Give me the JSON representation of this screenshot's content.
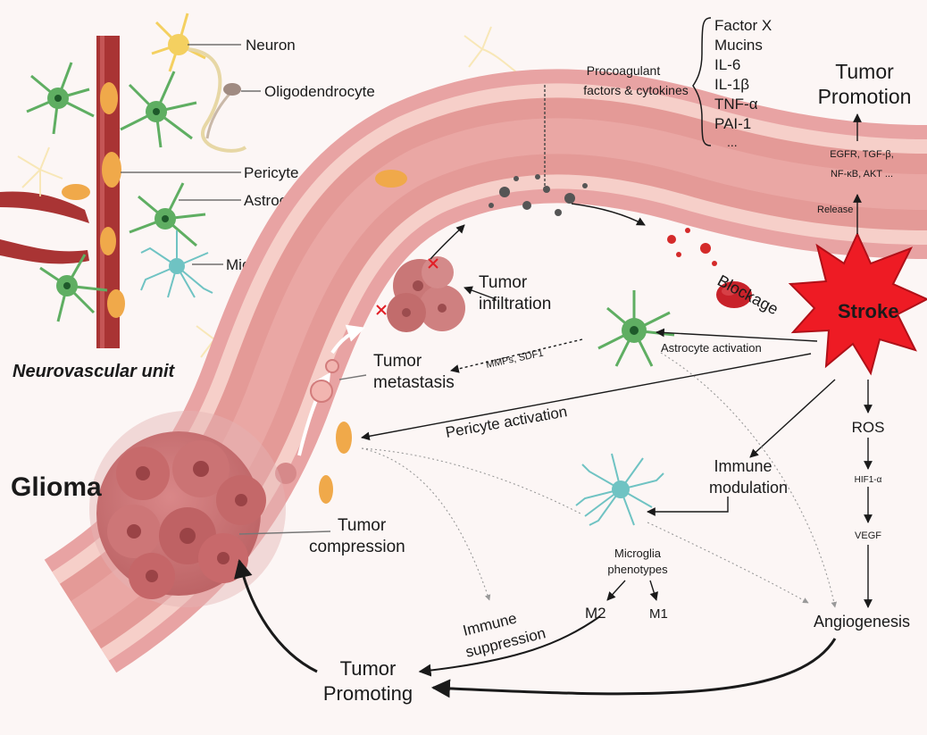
{
  "nvu": {
    "title": "Neurovascular unit",
    "labels": {
      "neuron": "Neuron",
      "oligodendrocyte": "Oligodendrocyte",
      "pericyte": "Pericyte",
      "astrocyte": "Astrocyte",
      "microglia": "Microglia"
    }
  },
  "glioma": "Glioma",
  "vessel": {
    "procoagulant": [
      "Procoagulant",
      "factors & cytokines"
    ],
    "factors": [
      "Factor X",
      "Mucins",
      "IL-6",
      "IL-1β",
      "TNF-α",
      "PAI-1",
      "..."
    ],
    "blockage": "Blockage",
    "tumor_infiltration": [
      "Tumor",
      "infiltration"
    ],
    "tumor_metastasis": [
      "Tumor",
      "metastasis"
    ],
    "tumor_compression": [
      "Tumor",
      "compression"
    ]
  },
  "stroke": {
    "label": "Stroke",
    "release": "Release",
    "signals": [
      "EGFR, TGF-β,",
      "NF-κB, AKT ..."
    ],
    "tumor_promotion": [
      "Tumor",
      "Promotion"
    ]
  },
  "pathways": {
    "mmps": "MMPs, SDF1",
    "astrocyte_activation": "Astrocyte activation",
    "pericyte_activation": "Pericyte activation",
    "immune_modulation": [
      "Immune",
      "modulation"
    ],
    "microglia_phenotypes": [
      "Microglia",
      "phenotypes"
    ],
    "m2": "M2",
    "m1": "M1",
    "immune_suppression": [
      "Immune",
      "suppression"
    ],
    "ros": "ROS",
    "hif": "HIF1-α",
    "vegf": "VEGF",
    "angiogenesis": "Angiogenesis",
    "tumor_promoting": [
      "Tumor",
      "Promoting"
    ]
  },
  "colors": {
    "vessel_outer": "#e8a3a3",
    "vessel_inner": "#f6cfc9",
    "lumen": "#eba7a4",
    "tumor": "#c96f70",
    "astrocyte": "#5fae62",
    "microglia": "#6fc3c3",
    "stroke": "#ee1b24",
    "pericyte": "#f0a94a",
    "neuron": "#f4d060"
  }
}
